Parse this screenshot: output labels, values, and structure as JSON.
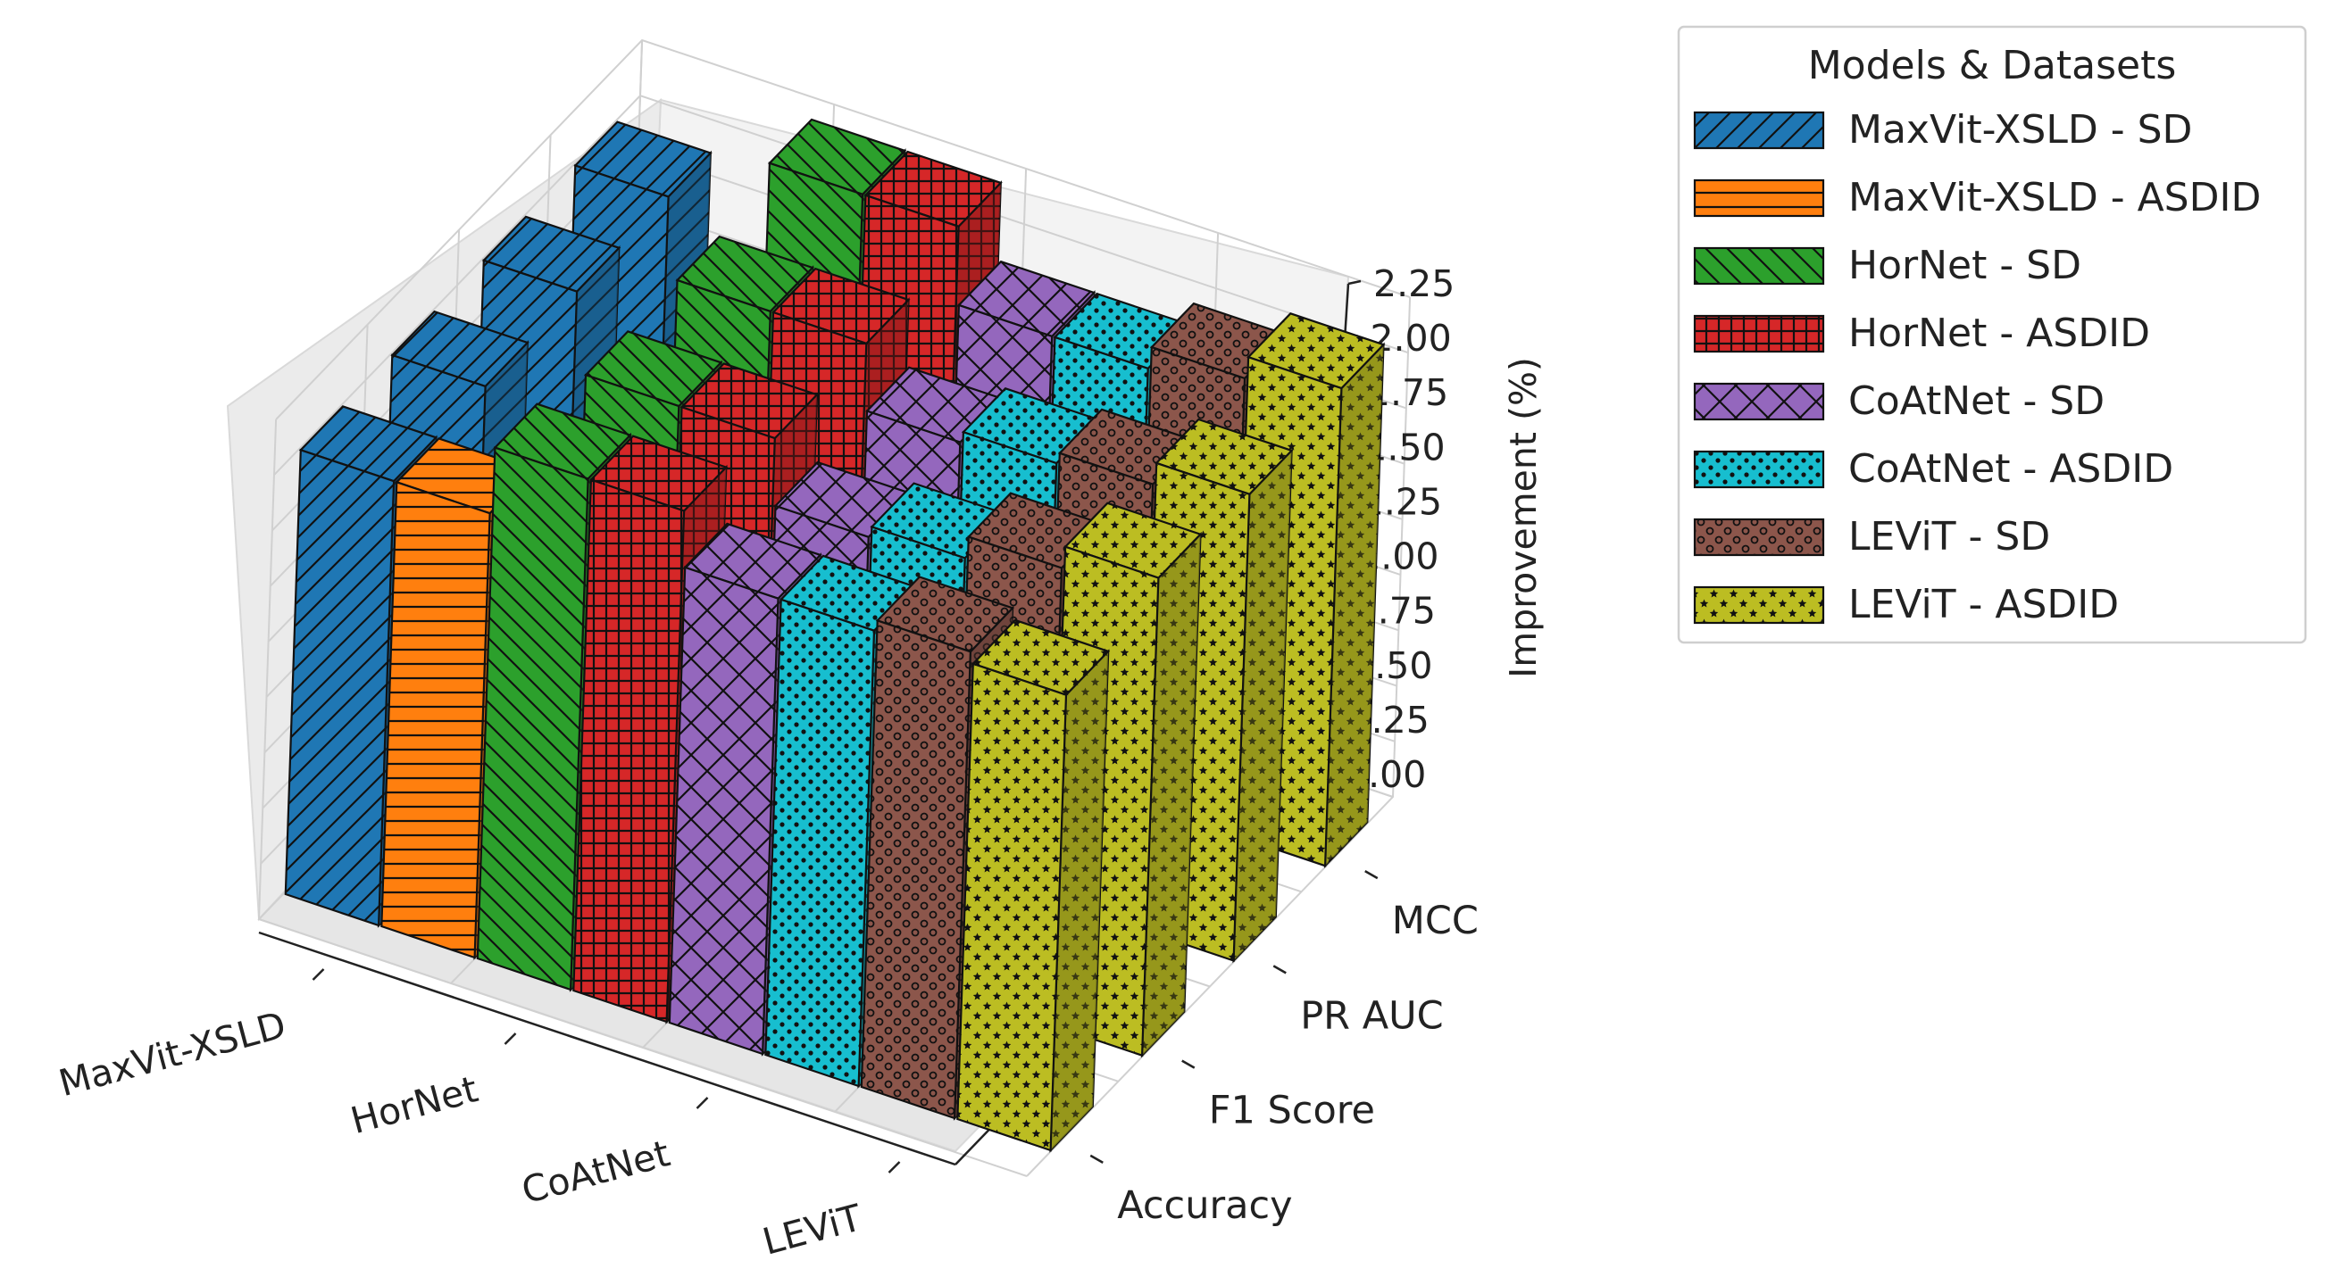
{
  "chart_data": {
    "type": "bar",
    "projection": "3d",
    "categories": [
      "MaxVit-XSLD",
      "HorNet",
      "CoAtNet",
      "LEViT"
    ],
    "metrics": [
      "Accuracy",
      "F1 Score",
      "PR AUC",
      "MCC"
    ],
    "zlabel": "Improvement (%)",
    "zlim": [
      0,
      2.25
    ],
    "zticks": [
      "0.00",
      "0.25",
      "0.50",
      "0.75",
      "1.00",
      "1.25",
      "1.50",
      "1.75",
      "2.00",
      "2.25"
    ],
    "grid": true,
    "legend": {
      "title": "Models & Datasets",
      "placement": "outside right"
    },
    "series": [
      {
        "name": "MaxVit-XSLD - SD",
        "color": "#1f77b4",
        "hatch": "diagonal-forward",
        "values": [
          2.0,
          2.0,
          2.0,
          2.0
        ]
      },
      {
        "name": "MaxVit-XSLD - ASDID",
        "color": "#ff7f0e",
        "hatch": "horizontal",
        "values": [
          2.0,
          0.0,
          0.0,
          0.0
        ]
      },
      {
        "name": "HorNet - SD",
        "color": "#2ca02c",
        "hatch": "diagonal-backward",
        "values": [
          2.3,
          2.2,
          2.2,
          2.3
        ]
      },
      {
        "name": "HorNet - ASDID",
        "color": "#d62728",
        "hatch": "grid",
        "values": [
          2.3,
          2.2,
          2.2,
          2.3
        ]
      },
      {
        "name": "CoAtNet - SD",
        "color": "#9467bd",
        "hatch": "crosshatch",
        "values": [
          2.05,
          1.9,
          1.9,
          1.95
        ]
      },
      {
        "name": "CoAtNet - ASDID",
        "color": "#17becf",
        "hatch": "dots",
        "values": [
          2.05,
          1.95,
          1.95,
          1.95
        ]
      },
      {
        "name": "LEViT - SD",
        "color": "#8c564b",
        "hatch": "circles",
        "values": [
          2.1,
          2.05,
          2.0,
          2.05
        ]
      },
      {
        "name": "LEViT - ASDID",
        "color": "#bcbd22",
        "hatch": "stars",
        "values": [
          2.05,
          2.15,
          2.1,
          2.15
        ]
      }
    ]
  }
}
